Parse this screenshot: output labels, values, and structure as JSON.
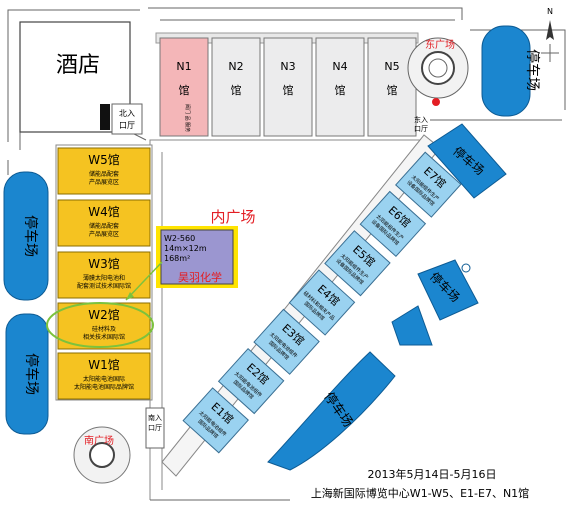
{
  "hotel": "酒店",
  "north_halls": [
    {
      "num": "N1",
      "hall": "馆",
      "note": "阀门 品 服务",
      "color": "#f4b6b8"
    },
    {
      "num": "N2",
      "hall": "馆",
      "note": "",
      "color": "#ececed"
    },
    {
      "num": "N3",
      "hall": "馆",
      "note": "",
      "color": "#ececed"
    },
    {
      "num": "N4",
      "hall": "馆",
      "note": "",
      "color": "#ececed"
    },
    {
      "num": "N5",
      "hall": "馆",
      "note": "",
      "color": "#ececed"
    }
  ],
  "north_entrance": [
    "北入",
    "口厅"
  ],
  "east_entrance": [
    "东入",
    "口厅"
  ],
  "south_entrance": [
    "南入",
    "口厅"
  ],
  "east_plaza": "东广场",
  "south_plaza": "南广场",
  "inner_plaza": "内广场",
  "compass": "N",
  "west_halls": [
    {
      "name": "W5馆",
      "sub": [
        "储能品配套",
        "产品展览区"
      ]
    },
    {
      "name": "W4馆",
      "sub": [
        "储能品配套",
        "产品展览区"
      ]
    },
    {
      "name": "W3馆",
      "sub": [
        "薄膜太阳电池和",
        "配套测试技术国际馆"
      ]
    },
    {
      "name": "W2馆",
      "sub": [
        "硅材料及",
        "相关技术国际馆"
      ]
    },
    {
      "name": "W1馆",
      "sub": [
        "太阳能电池国际",
        "太阳能电池国际品牌馆"
      ]
    }
  ],
  "east_halls": [
    {
      "name": "E1馆",
      "sub": [
        "太阳能电池组件",
        "国际品牌馆"
      ]
    },
    {
      "name": "E2馆",
      "sub": [
        "太阳能电池组件",
        "国际品牌馆"
      ]
    },
    {
      "name": "E3馆",
      "sub": [
        "太阳能电池组件",
        "国际品牌馆"
      ]
    },
    {
      "name": "E4馆",
      "sub": [
        "硅材料和相关产品",
        "国际品牌馆"
      ]
    },
    {
      "name": "E5馆",
      "sub": [
        "太阳能组件生产",
        "设备国际品牌馆"
      ]
    },
    {
      "name": "E6馆",
      "sub": [
        "太阳能组件生产",
        "设备国际品牌馆"
      ]
    },
    {
      "name": "E7馆",
      "sub": [
        "太阳能组件生产",
        "设备国际品牌馆"
      ]
    }
  ],
  "parking": [
    "停车场",
    "停车场",
    "停车场",
    "停车场",
    "停车场",
    "停车场"
  ],
  "booth": {
    "code": "W2-560",
    "size": "14m×12m",
    "area": "168m²",
    "company": "昊羽化学"
  },
  "footer_date": "2013年5月14日-5月16日",
  "footer_venue": "上海新国际博览中心W1-W5、E1-E7、N1馆",
  "colors": {
    "west_hall": "#f5c321",
    "east_hall": "#9ad2f0",
    "parking": "#1b86cf",
    "n1": "#f4b6b8",
    "booth": "#9b96d0",
    "plaza_red": "#e31e24",
    "highlight_green": "#7cc23d"
  }
}
